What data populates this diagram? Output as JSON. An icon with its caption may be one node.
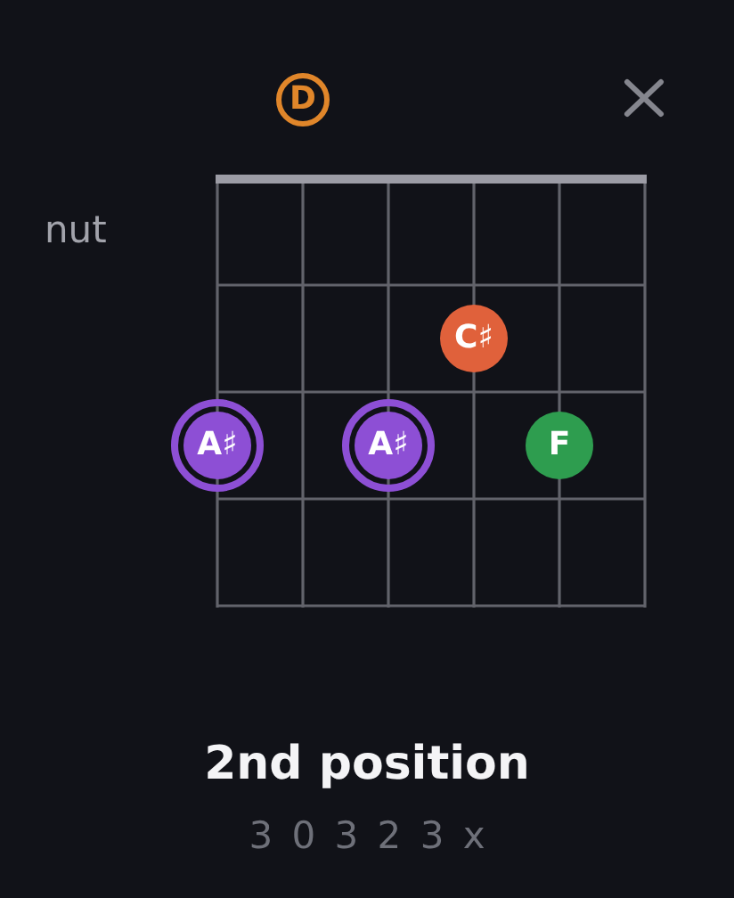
{
  "diagram": {
    "title": "2nd position",
    "nodes": [
      {
        "text": [
          "D"
        ]
      },
      {
        "text": [
          "C♯"
        ]
      },
      {
        "text": [
          "A♯"
        ]
      },
      {
        "text": [
          "A♯"
        ]
      },
      {
        "text": [
          "F"
        ]
      }
    ],
    "labels": [
      "nut",
      "3 0 3 2 3 x"
    ]
  }
}
